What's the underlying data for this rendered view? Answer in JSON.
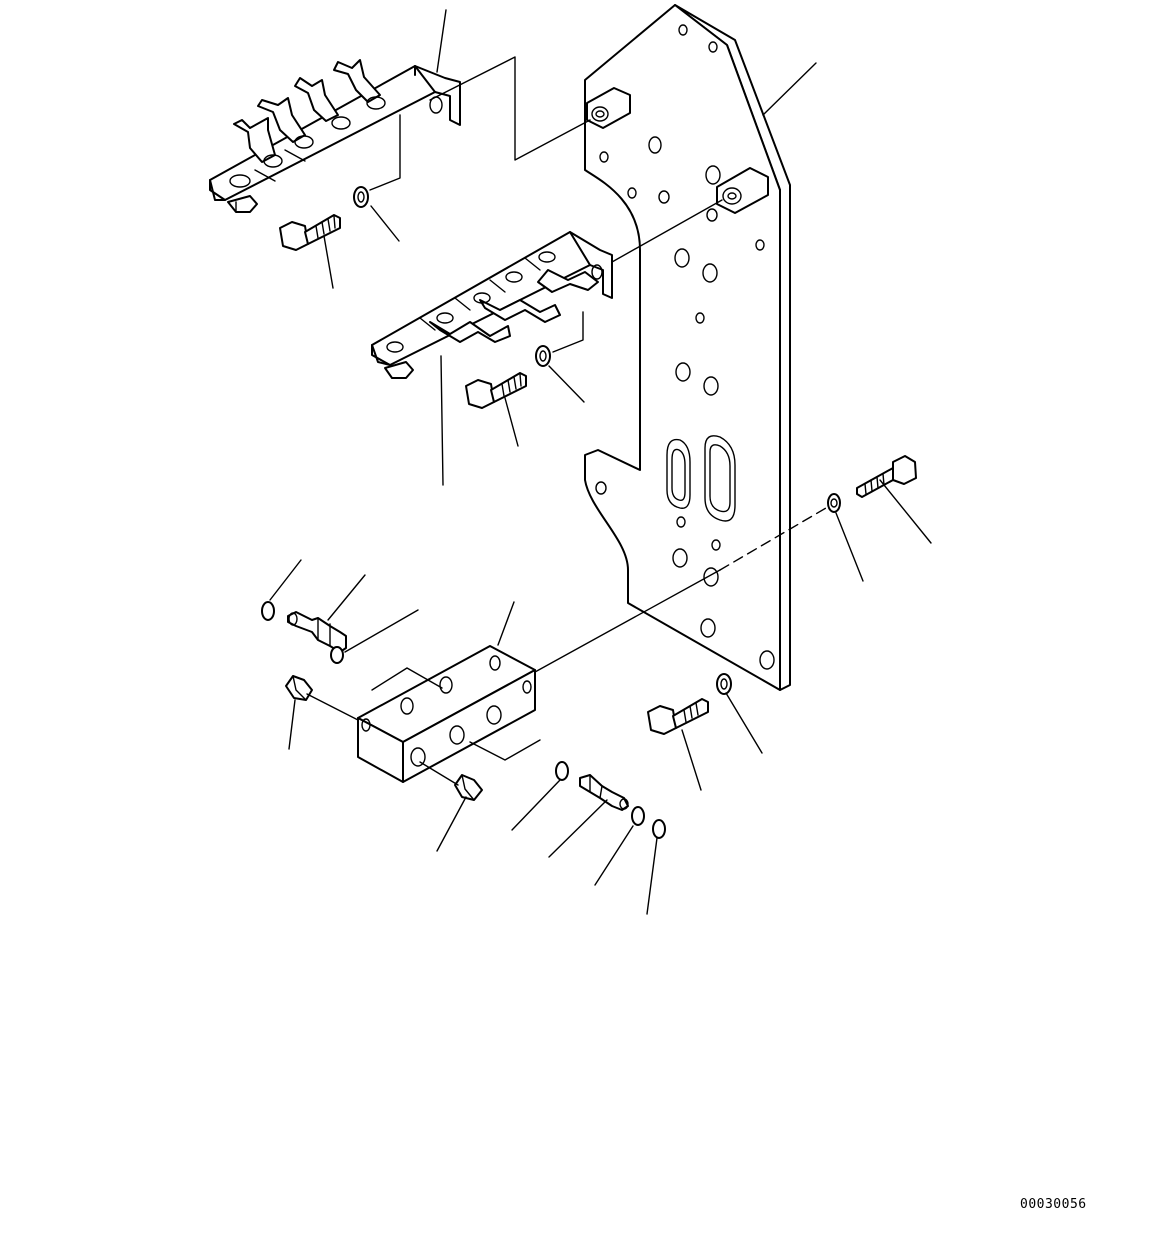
{
  "drawing": {
    "code": "00030056",
    "colors": {
      "line": "#000000",
      "background": "#ffffff"
    },
    "parts": [
      "clamp-bracket-upper",
      "clamp-bracket-lower",
      "mounting-plate",
      "block",
      "bolt",
      "washer",
      "connector",
      "o-ring",
      "plug"
    ]
  }
}
